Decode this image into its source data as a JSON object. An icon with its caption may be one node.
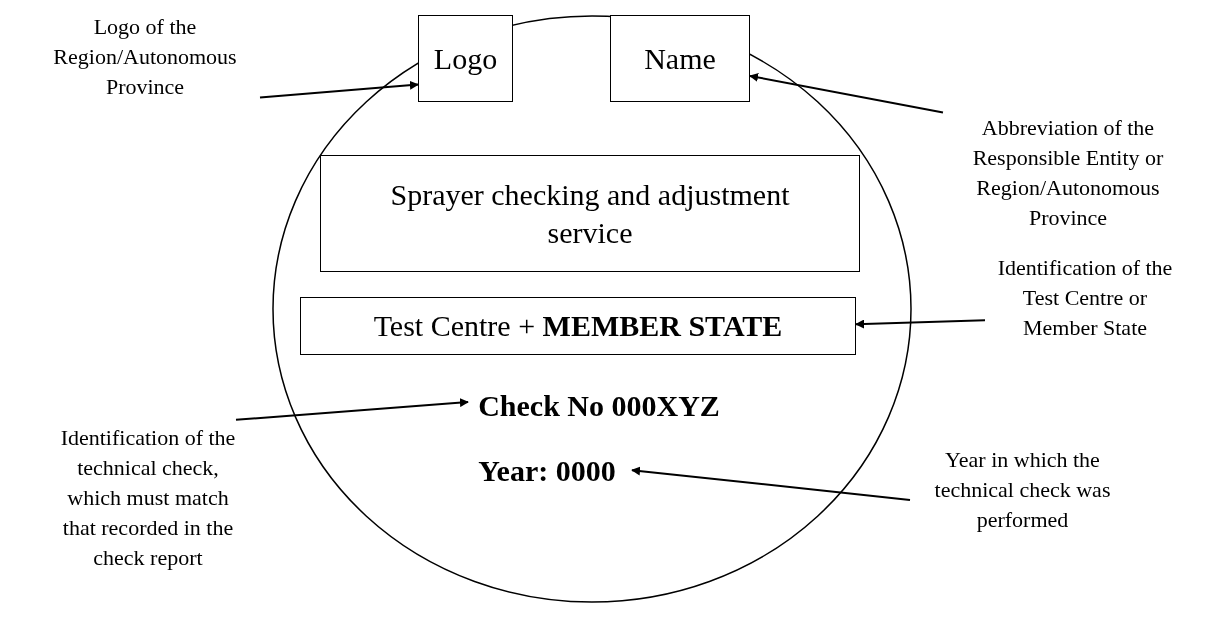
{
  "diagram": {
    "nodes": [
      {
        "text": [],
        "shape": "circle"
      },
      {
        "text": [
          "Logo"
        ],
        "in": 0
      },
      {
        "text": [
          "Name"
        ],
        "in": 0
      },
      {
        "text": [
          "Sprayer checking and adjustment service"
        ],
        "in": 0
      },
      {
        "text": [
          "Test Centre + **MEMBER STATE**"
        ],
        "in": 0
      },
      {
        "text": [
          "Check No 000XYZ"
        ],
        "in": 0
      },
      {
        "text": [
          "Year: 0000"
        ],
        "in": 0
      },
      {
        "text": [
          "Logo of the Region/Autonomous Province"
        ]
      },
      {
        "text": [
          "Abbreviation of the Responsible Entity or Region/Autonomous Province"
        ]
      },
      {
        "text": [
          "Identification of the Test Centre or Member State"
        ]
      },
      {
        "text": [
          "Identification of the technical check, which must match that recorded in the check report"
        ]
      },
      {
        "text": [
          "Year in which the technical check was performed"
        ]
      }
    ],
    "edges": [
      {
        "from": 7,
        "to": 1,
        "arrow": "to"
      },
      {
        "from": 8,
        "to": 2,
        "arrow": "to"
      },
      {
        "from": 9,
        "to": 4,
        "arrow": "to"
      },
      {
        "from": 10,
        "to": 5,
        "arrow": "to"
      },
      {
        "from": 11,
        "to": 6,
        "arrow": "to"
      }
    ]
  }
}
